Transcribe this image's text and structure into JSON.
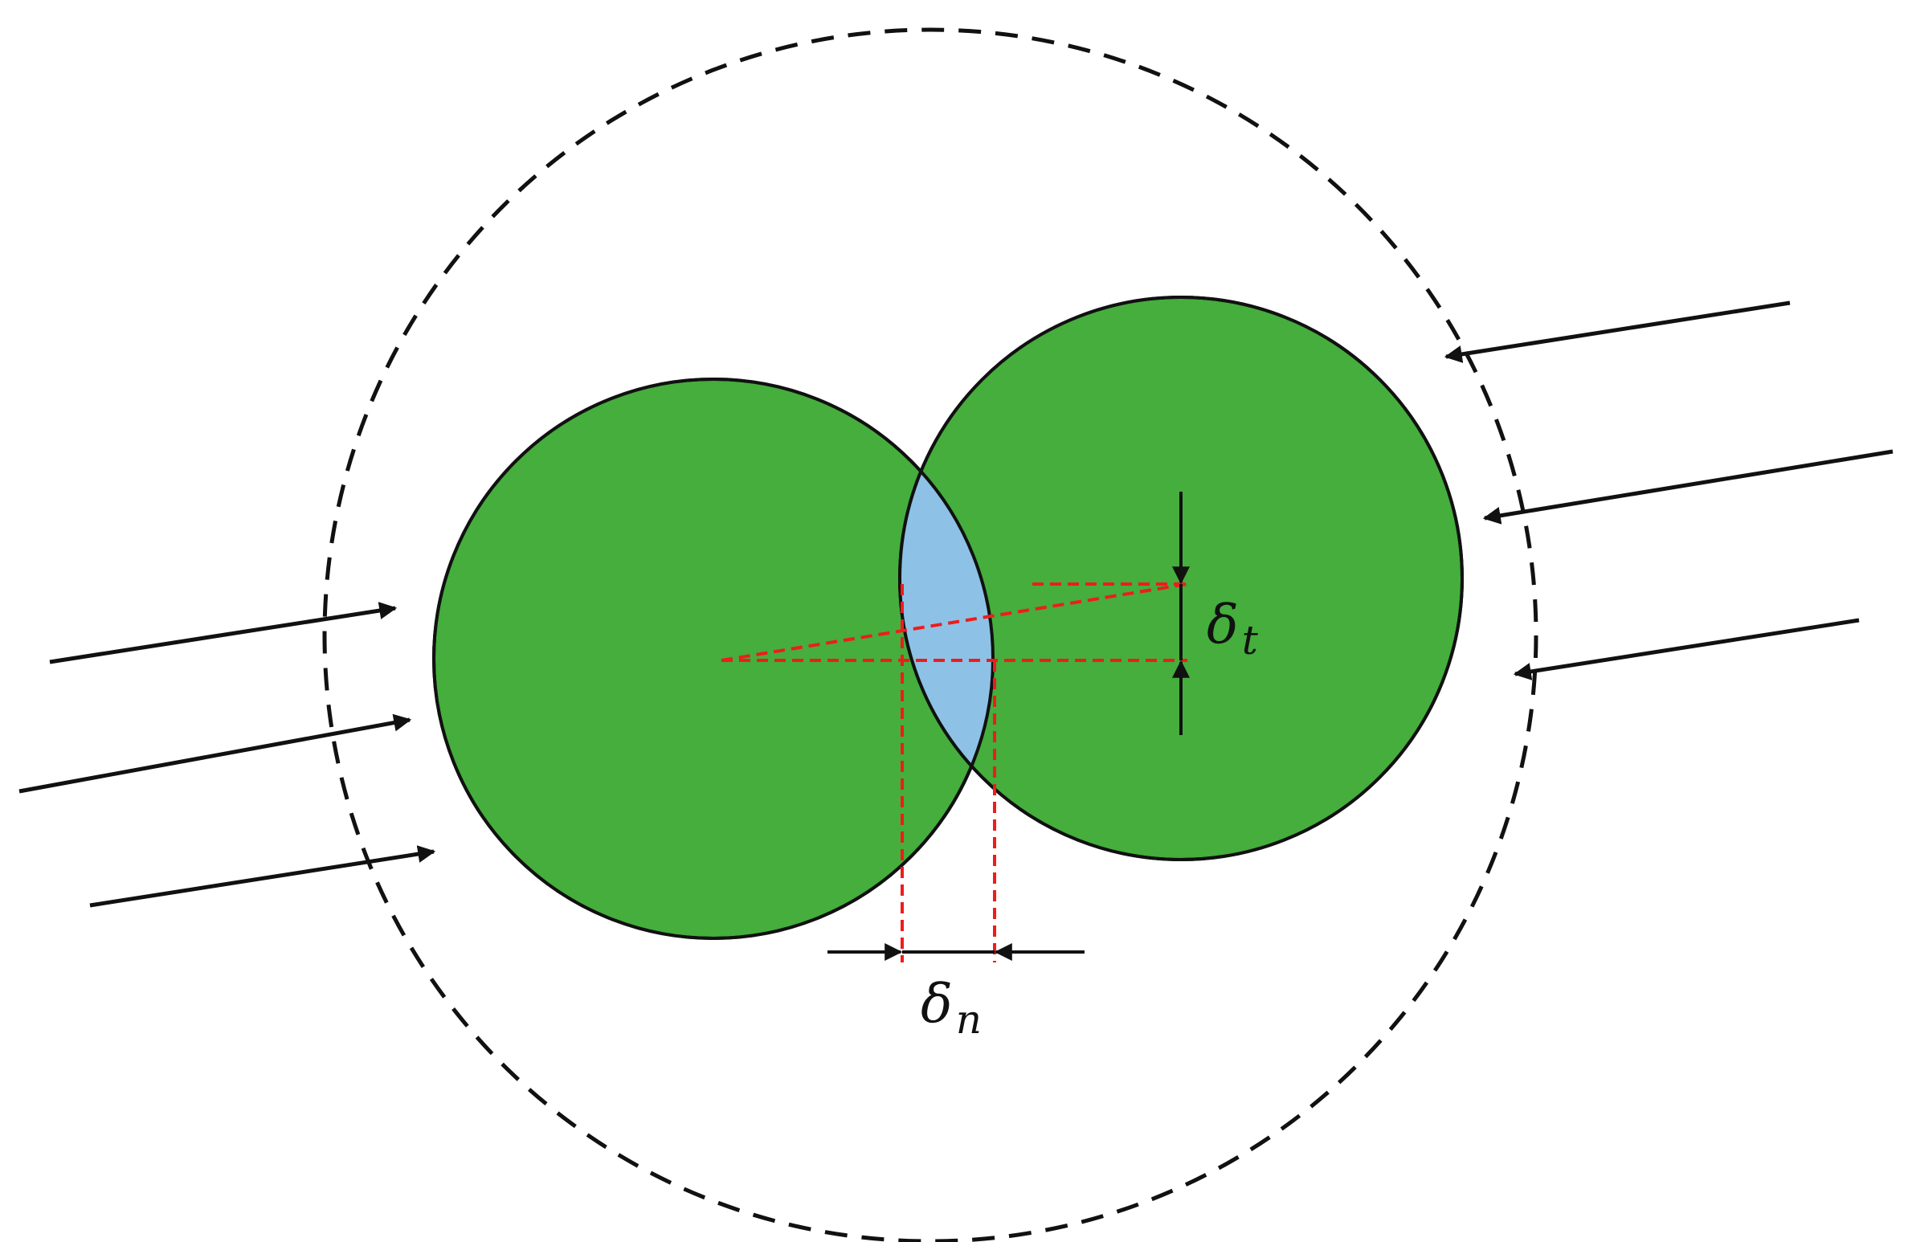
{
  "colors": {
    "particle_fill": "#45AE3C",
    "overlap_fill": "#8DC2E6",
    "outline": "#111111",
    "dimension_lines": "#EE1C1C",
    "arrows": "#111111",
    "background": "#FFFFFF"
  },
  "labels": {
    "tangential_overlap": {
      "symbol": "δ",
      "subscript": "t"
    },
    "normal_overlap": {
      "symbol": "δ",
      "subscript": "n"
    }
  }
}
